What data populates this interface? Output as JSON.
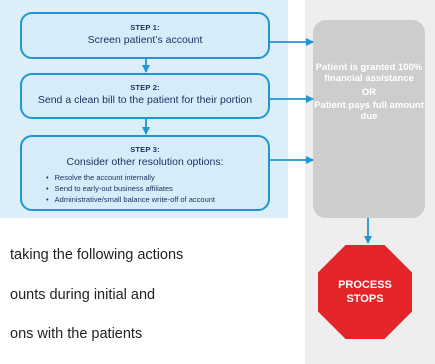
{
  "flow": {
    "step1": {
      "title": "STEP 1:",
      "desc": "Screen patient’s account"
    },
    "step2": {
      "title": "STEP 2:",
      "desc": "Send a clean bill to the patient for their portion"
    },
    "step3": {
      "title": "STEP 3:",
      "desc": "Consider other resolution options:",
      "options": [
        "Resolve the account internally",
        "Send to early-out business affiliates",
        "Administrative/small balance write-off of account"
      ]
    }
  },
  "outcome": {
    "line1": "Patient is granted 100% financial assistance",
    "or": "OR",
    "line2": "Patient pays full amount due"
  },
  "stop": {
    "line1": "PROCESS",
    "line2": "STOPS"
  },
  "body_text": {
    "line1": "taking the following actions",
    "line2": "ounts during initial and",
    "line3": "ons with the patients"
  },
  "colors": {
    "panel": "#dceef8",
    "box_border": "#1f95d3",
    "arrow": "#1f95d3",
    "stop": "#e32429",
    "outcome_box": "#cdcdcd"
  }
}
